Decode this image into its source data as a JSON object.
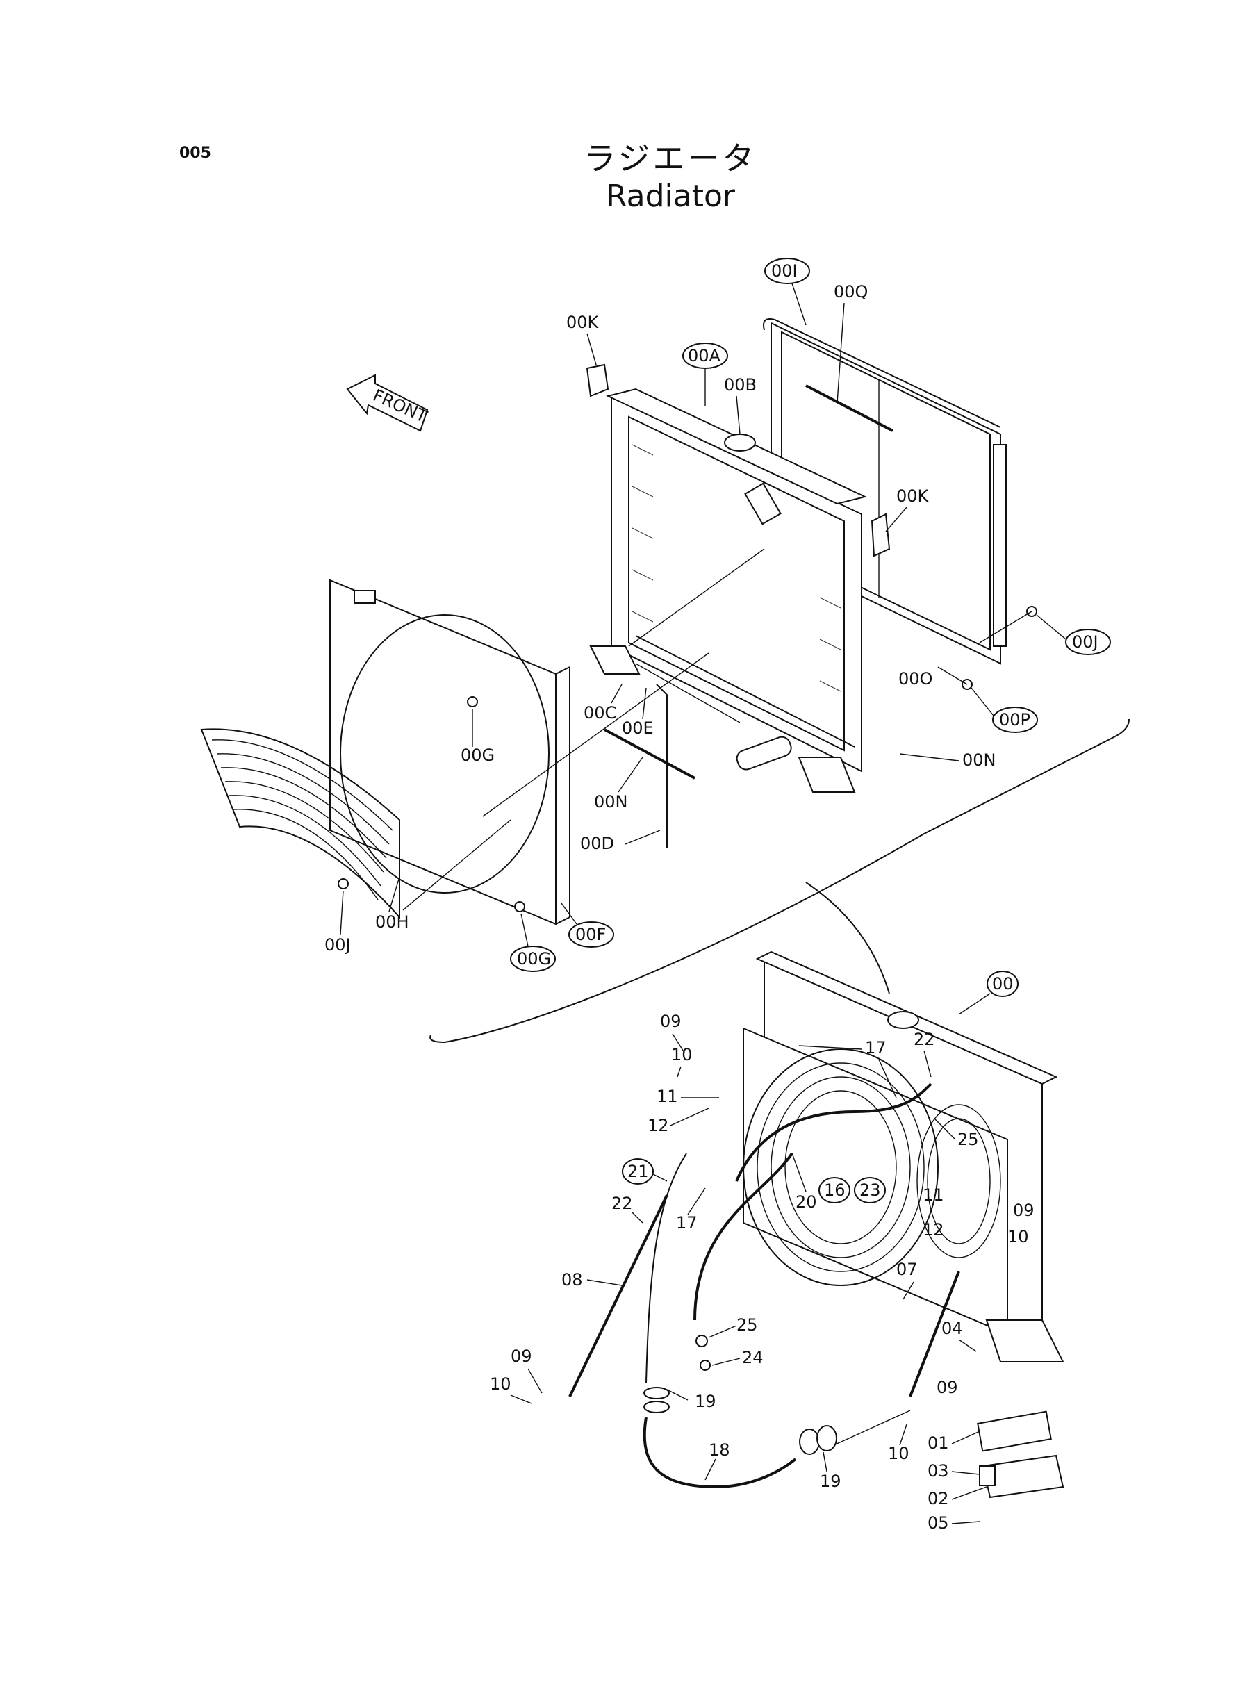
{
  "header": {
    "page_number": "005",
    "title_jp": "ラジエータ",
    "title_en": "Radiator"
  },
  "direction_marker": "FRONT",
  "upper_labels": {
    "a_00K_top": "00K",
    "a_00A": "00A",
    "a_00B": "00B",
    "a_00I": "00I",
    "a_00Q": "00Q",
    "a_00K_side": "00K",
    "a_00J_right": "00J",
    "a_00O": "00O",
    "a_00P": "00P",
    "a_00N_right": "00N",
    "a_00C": "00C",
    "a_00E": "00E",
    "a_00N_left": "00N",
    "a_00D": "00D",
    "a_00G_mid": "00G",
    "a_00H": "00H",
    "a_00J_left": "00J",
    "a_00G_bottom": "00G",
    "a_00F": "00F"
  },
  "lower_labels": {
    "b_00": "00",
    "b_09_top": "09",
    "b_10_top": "10",
    "b_11_left": "11",
    "b_12_left": "12",
    "b_17_top": "17",
    "b_22_top": "22",
    "b_25_top": "25",
    "b_21": "21",
    "b_16": "16",
    "b_23": "23",
    "b_20": "20",
    "b_17_mid": "17",
    "b_22_mid": "22",
    "b_11_right": "11",
    "b_12_right": "12",
    "b_09_right": "09",
    "b_10_right": "10",
    "b_08": "08",
    "b_07": "07",
    "b_25_low": "25",
    "b_24": "24",
    "b_04": "04",
    "b_09_left": "09",
    "b_10_left": "10",
    "b_19_left": "19",
    "b_09_low": "09",
    "b_10_low": "10",
    "b_18": "18",
    "b_19_low": "19",
    "b_01": "01",
    "b_03": "03",
    "b_02": "02",
    "b_05": "05"
  }
}
